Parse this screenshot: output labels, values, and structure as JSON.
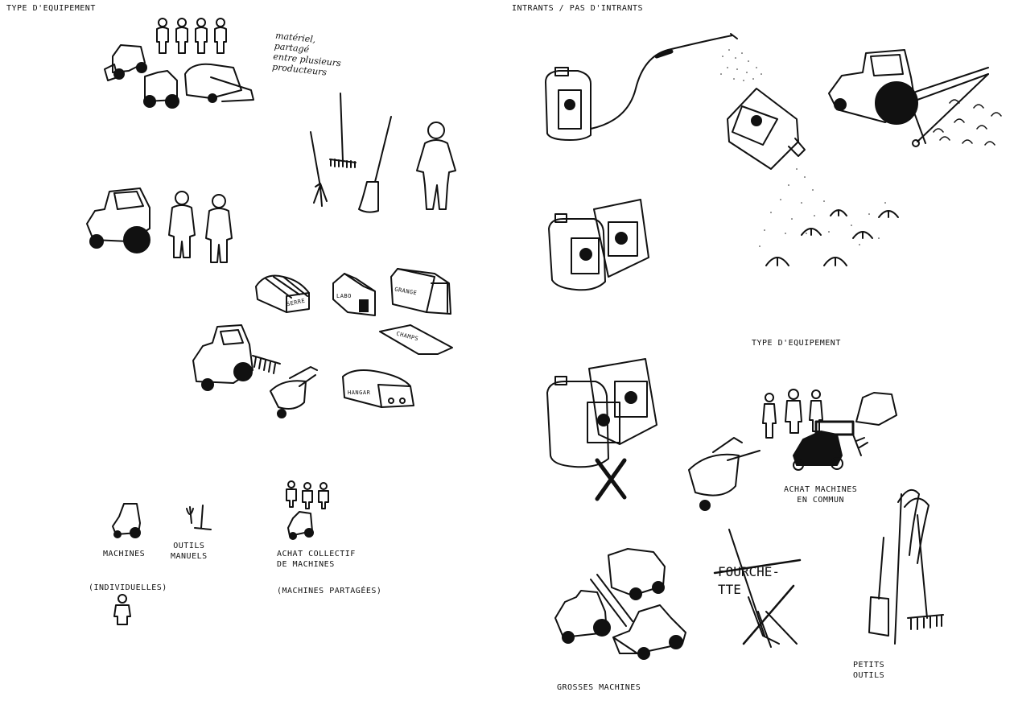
{
  "left_page": {
    "header": "TYPE D'EQUIPEMENT",
    "note_shared": "matériel,\npartagé\nentre plusieurs\nproducteurs",
    "label_machines": "MACHINES",
    "label_outils": "OUTILS\nMANUELS",
    "label_achat": "ACHAT COLLECTIF\nDE MACHINES",
    "label_individuelles": "(INDIVIDUELLES)",
    "label_partagees": "(MACHINES PARTAGÉES)",
    "building_serre": "SERRE",
    "building_labo": "LABO",
    "building_grange": "GRANGE",
    "building_champs": "CHAMPS",
    "building_hangar": "HANGAR"
  },
  "right_page": {
    "header": "INTRANTS / PAS D'INTRANTS",
    "section_equipement": "TYPE D'EQUIPEMENT",
    "label_achat_commun": "ACHAT MACHINES\nEN COMMUN",
    "label_grosses": "GROSSES MACHINES",
    "label_fourchette": "FOURCHE-\nTTE",
    "label_petits": "PETITS\nOUTILS"
  }
}
